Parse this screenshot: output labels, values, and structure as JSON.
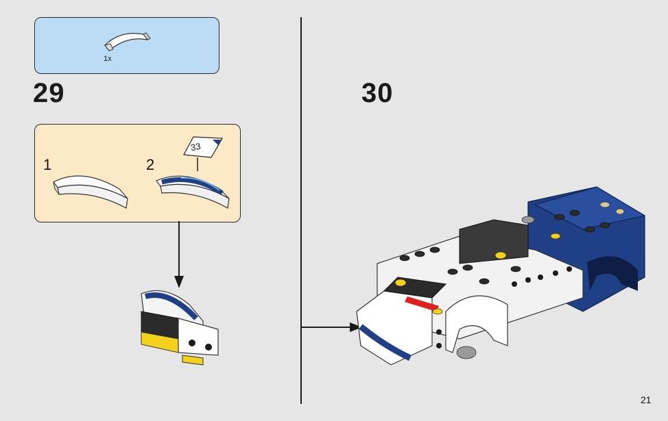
{
  "parts_list": {
    "count": "1x",
    "icon": "curved-slope-brick-white"
  },
  "steps": {
    "left": {
      "number": "29",
      "substep_1": "1",
      "substep_2": "2",
      "sticker_number": "33"
    },
    "right": {
      "number": "30"
    }
  },
  "page": {
    "number": "21"
  },
  "colors": {
    "parts_box": "#bcdcf6",
    "substep_box": "#fce9c5",
    "background": "#e6e6e6",
    "car_blue": "#1f3f86",
    "accent_yellow": "#f4d11a",
    "accent_red": "#e02020"
  }
}
